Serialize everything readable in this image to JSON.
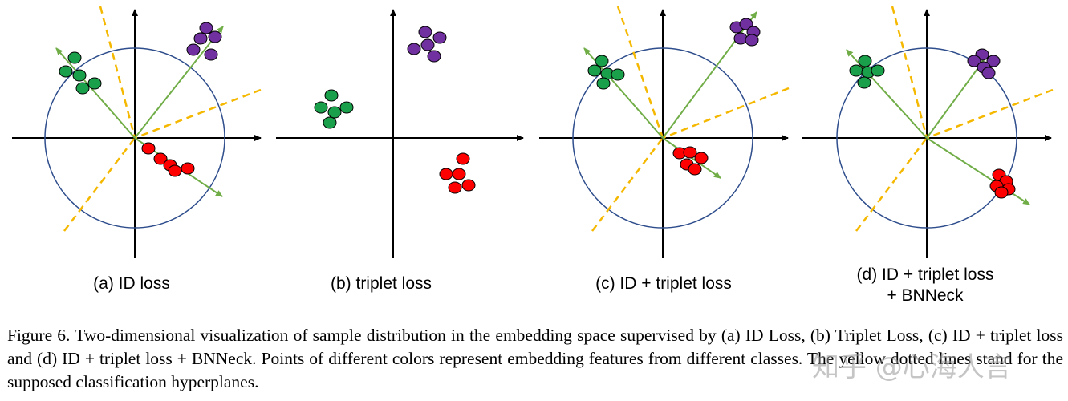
{
  "colors": {
    "axis": "#000000",
    "circle": "#2e4d8c",
    "arrow": "#70ad47",
    "hyperplane": "#f5b800",
    "green": "#1aa04a",
    "purple": "#7030a0",
    "red": "#ff0000"
  },
  "panels": [
    {
      "id": "a",
      "caption": "(a) ID loss"
    },
    {
      "id": "b",
      "caption": "(b) triplet loss"
    },
    {
      "id": "c",
      "caption": "(c) ID + triplet loss"
    },
    {
      "id": "d",
      "caption_line1": "(d) ID + triplet loss",
      "caption_line2": "+ BNNeck"
    }
  ],
  "figure_caption": "Figure 6. Two-dimensional visualization of sample distribution in the embedding space supervised by (a) ID Loss, (b) Triplet Loss, (c) ID + triplet loss and (d) ID + triplet loss + BNNeck. Points of different colors represent embedding features from different classes. The yellow dotted lines stand for the supposed classification hyperplanes.",
  "watermark": "知乎 @心海人言"
}
